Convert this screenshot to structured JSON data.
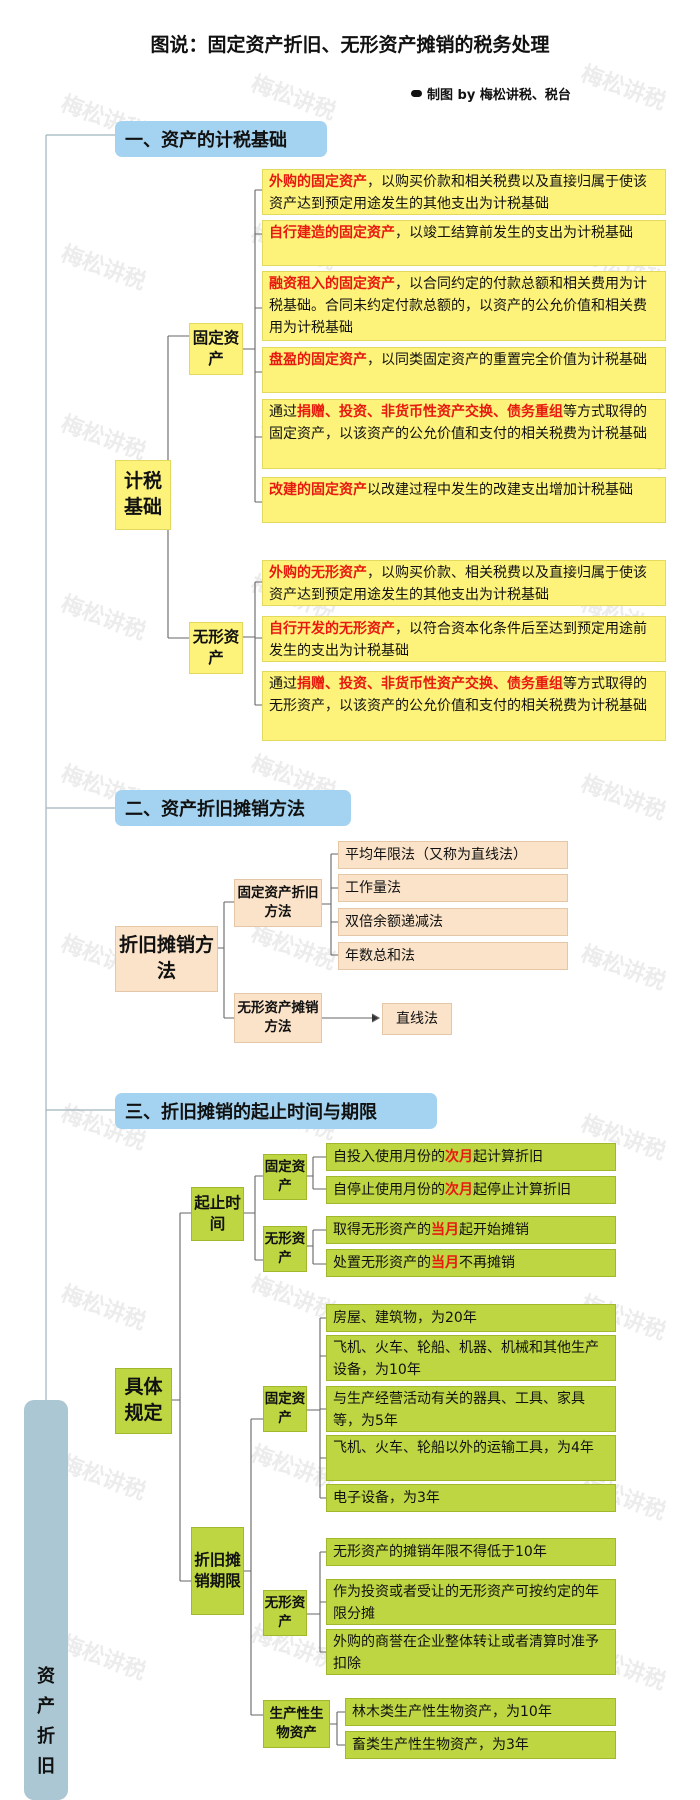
{
  "title": "图说：固定资产折旧、无形资产摊销的税务处理",
  "credit": "制图 by 梅松讲税、税台",
  "watermark": "梅松讲税",
  "colors": {
    "header": "#a3d3f0",
    "yellow": "#fdf37a",
    "peach": "#fbe3c9",
    "green": "#bdd641",
    "red": "#e8190f",
    "vertical": "#aac7d3"
  },
  "sections": {
    "s1": "一、资产的计税基础",
    "s2": "二、资产折旧摊销方法",
    "s3": "三、折旧摊销的起止时间与期限"
  },
  "s1": {
    "root": "计税基础",
    "fixed": "固定资产",
    "intangible": "无形资产",
    "fixed_leaves": [
      {
        "pre": "",
        "red": "外购的固定资产",
        "post": "，以购买价款和相关税费以及直接归属于使该资产达到预定用途发生的其他支出为计税基础"
      },
      {
        "pre": "",
        "red": "自行建造的固定资产",
        "post": "，以竣工结算前发生的支出为计税基础"
      },
      {
        "pre": "",
        "red": "融资租入的固定资产",
        "post": "，以合同约定的付款总额和相关费用为计税基础。合同未约定付款总额的，以资产的公允价值和相关费用为计税基础"
      },
      {
        "pre": "",
        "red": "盘盈的固定资产",
        "post": "，以同类固定资产的重置完全价值为计税基础"
      },
      {
        "pre": "通过",
        "red": "捐赠、投资、非货币性资产交换、债务重组",
        "post": "等方式取得的固定资产，以该资产的公允价值和支付的相关税费为计税基础"
      },
      {
        "pre": "",
        "red": "改建的固定资产",
        "post": "以改建过程中发生的改建支出增加计税基础"
      }
    ],
    "intangible_leaves": [
      {
        "pre": "",
        "red": "外购的无形资产",
        "post": "，以购买价款、相关税费以及直接归属于使该资产达到预定用途发生的其他支出为计税基础"
      },
      {
        "pre": "",
        "red": "自行开发的无形资产",
        "post": "，以符合资本化条件后至达到预定用途前发生的支出为计税基础"
      },
      {
        "pre": "通过",
        "red": "捐赠、投资、非货币性资产交换、债务重组",
        "post": "等方式取得的无形资产，以该资产的公允价值和支付的相关税费为计税基础"
      }
    ]
  },
  "s2": {
    "root": "折旧摊销方法",
    "fixed": "固定资产折旧方法",
    "intangible": "无形资产摊销方法",
    "fixed_methods": [
      "平均年限法（又称为直线法）",
      "工作量法",
      "双倍余额递减法",
      "年数总和法"
    ],
    "intangible_method": "直线法"
  },
  "s3": {
    "root": "具体规定",
    "start_stop": "起止时间",
    "fixed": "固定资产",
    "intangible": "无形资产",
    "period": "折旧摊销期限",
    "bio": "生产性生物资产",
    "time_fixed": [
      {
        "pre": "自投入使用月份的",
        "red": "次月",
        "post": "起计算折旧"
      },
      {
        "pre": "自停止使用月份的",
        "red": "次月",
        "post": "起停止计算折旧"
      }
    ],
    "time_intangible": [
      {
        "pre": "取得无形资产的",
        "red": "当月",
        "post": "起开始摊销"
      },
      {
        "pre": "处置无形资产的",
        "red": "当月",
        "post": "不再摊销"
      }
    ],
    "period_fixed": [
      "房屋、建筑物，为20年",
      "飞机、火车、轮船、机器、机械和其他生产设备，为10年",
      "与生产经营活动有关的器具、工具、家具等，为5年",
      "飞机、火车、轮船以外的运输工具，为4年",
      "电子设备，为3年"
    ],
    "period_intangible": [
      "无形资产的摊销年限不得低于10年",
      "作为投资或者受让的无形资产可按约定的年限分摊",
      "外购的商誉在企业整体转让或者清算时准予扣除"
    ],
    "period_bio": [
      "林木类生产性生物资产，为10年",
      "畜类生产性生物资产，为3年"
    ]
  },
  "vertical_label": "资产折旧"
}
